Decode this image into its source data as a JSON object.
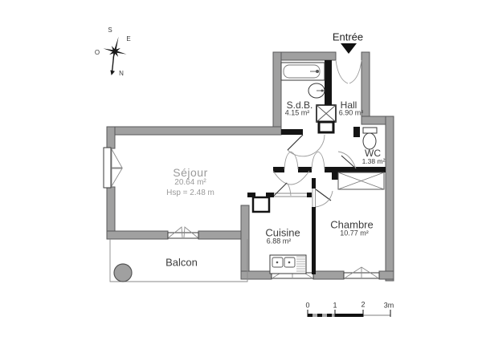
{
  "compass": {
    "s": "S",
    "e": "E",
    "o": "O",
    "n": "N"
  },
  "entrance": {
    "label": "Entrée"
  },
  "rooms": {
    "sejour": {
      "name": "Séjour",
      "area": "20.64 m²",
      "ceiling": "Hsp = 2.48 m"
    },
    "cuisine": {
      "name": "Cuisine",
      "area": "6.88 m²"
    },
    "chambre": {
      "name": "Chambre",
      "area": "10.77 m²"
    },
    "balcon": {
      "name": "Balcon"
    },
    "hall": {
      "name": "Hall",
      "area": "6.90 m²"
    },
    "sdb": {
      "name": "S.d.B.",
      "area": "4.15 m²"
    },
    "wc": {
      "name": "WC",
      "area": "1.38 m²"
    }
  },
  "scale_bar": {
    "ticks": [
      "0",
      "1",
      "2",
      "3m"
    ]
  },
  "colors": {
    "wall_gray": "#a0a0a0",
    "wall_outline": "#58585a",
    "wall_black": "#141414",
    "sejour_text": "#9a9a9a",
    "label_text": "#3c3c3c"
  }
}
